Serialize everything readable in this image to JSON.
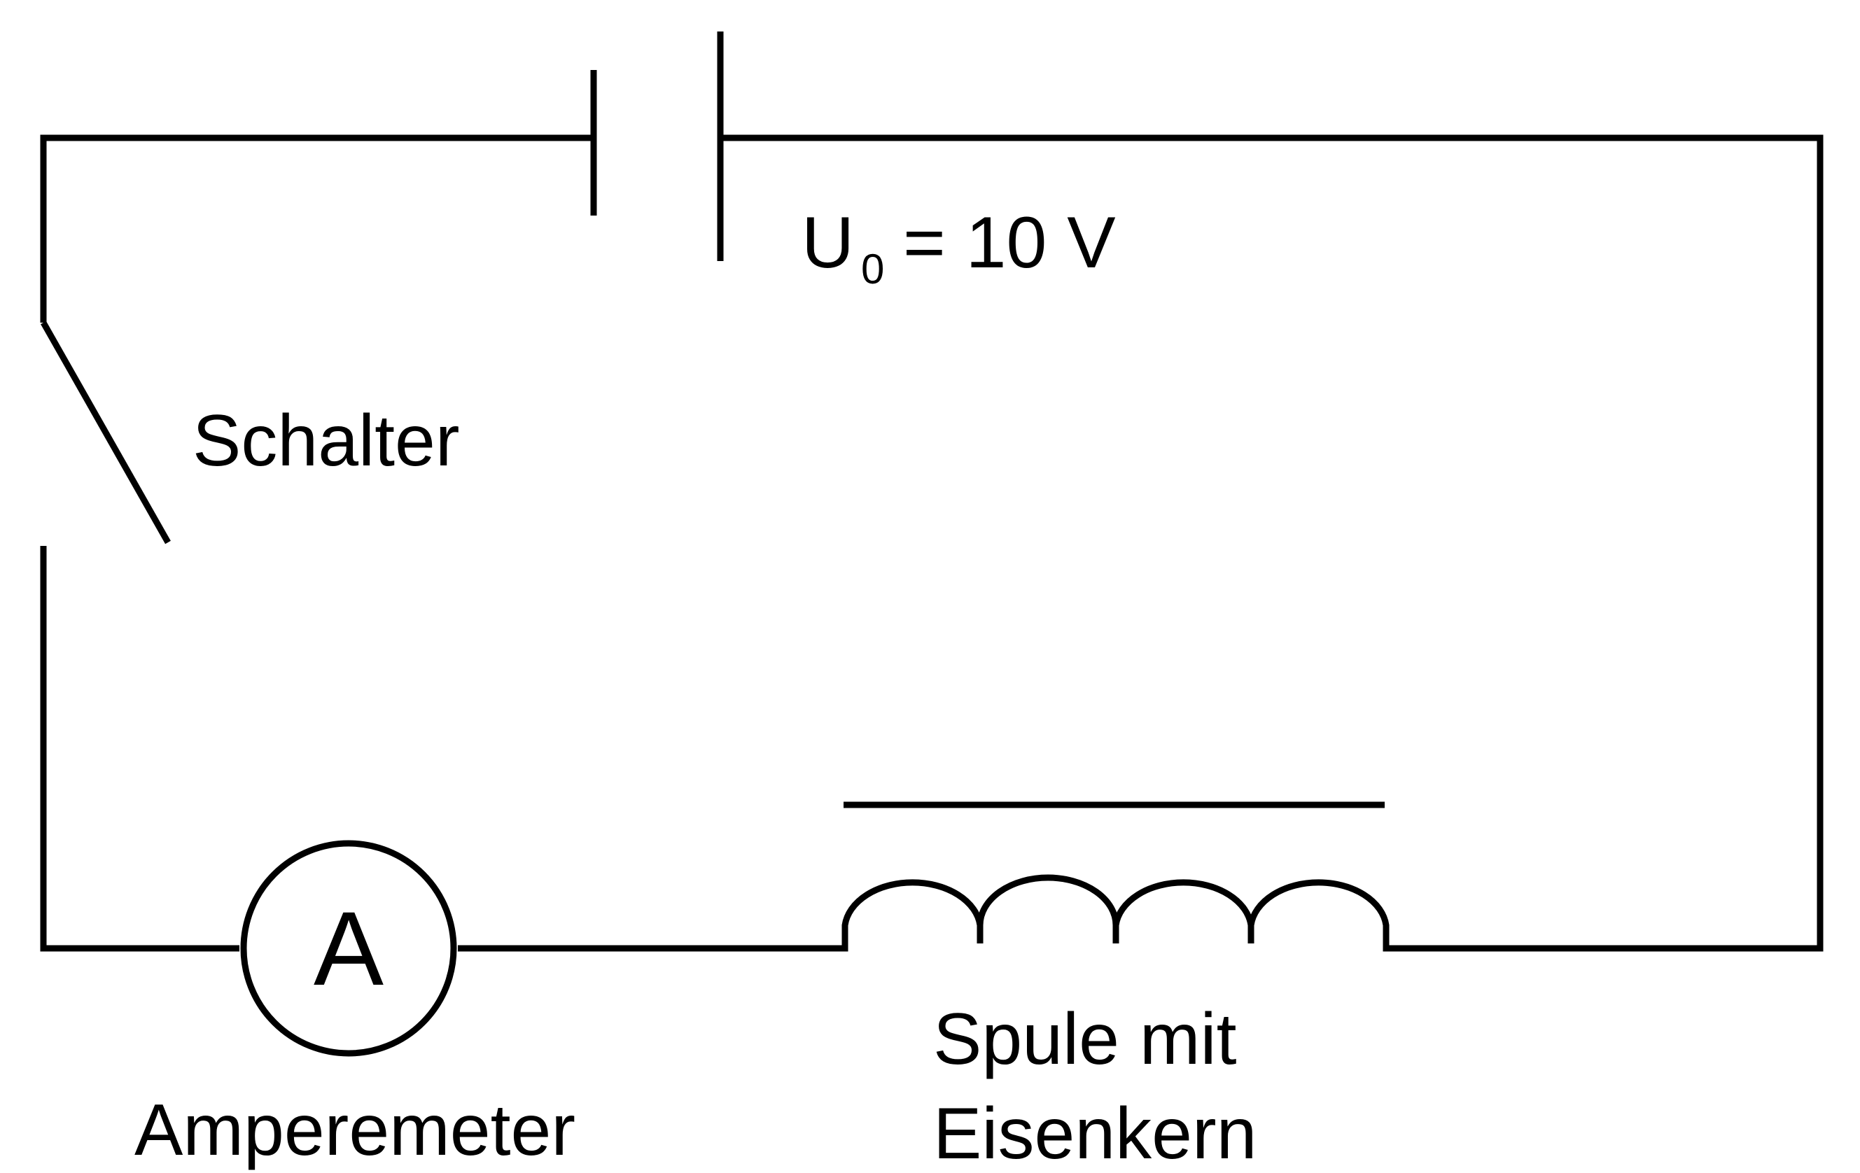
{
  "diagram": {
    "voltage_label": {
      "symbol": "U",
      "subscript": "0",
      "value_text": "= 10 V"
    },
    "switch_label": "Schalter",
    "ammeter_symbol": "A",
    "ammeter_label": "Amperemeter",
    "coil_label_line1": "Spule mit",
    "coil_label_line2": "Eisenkern"
  }
}
